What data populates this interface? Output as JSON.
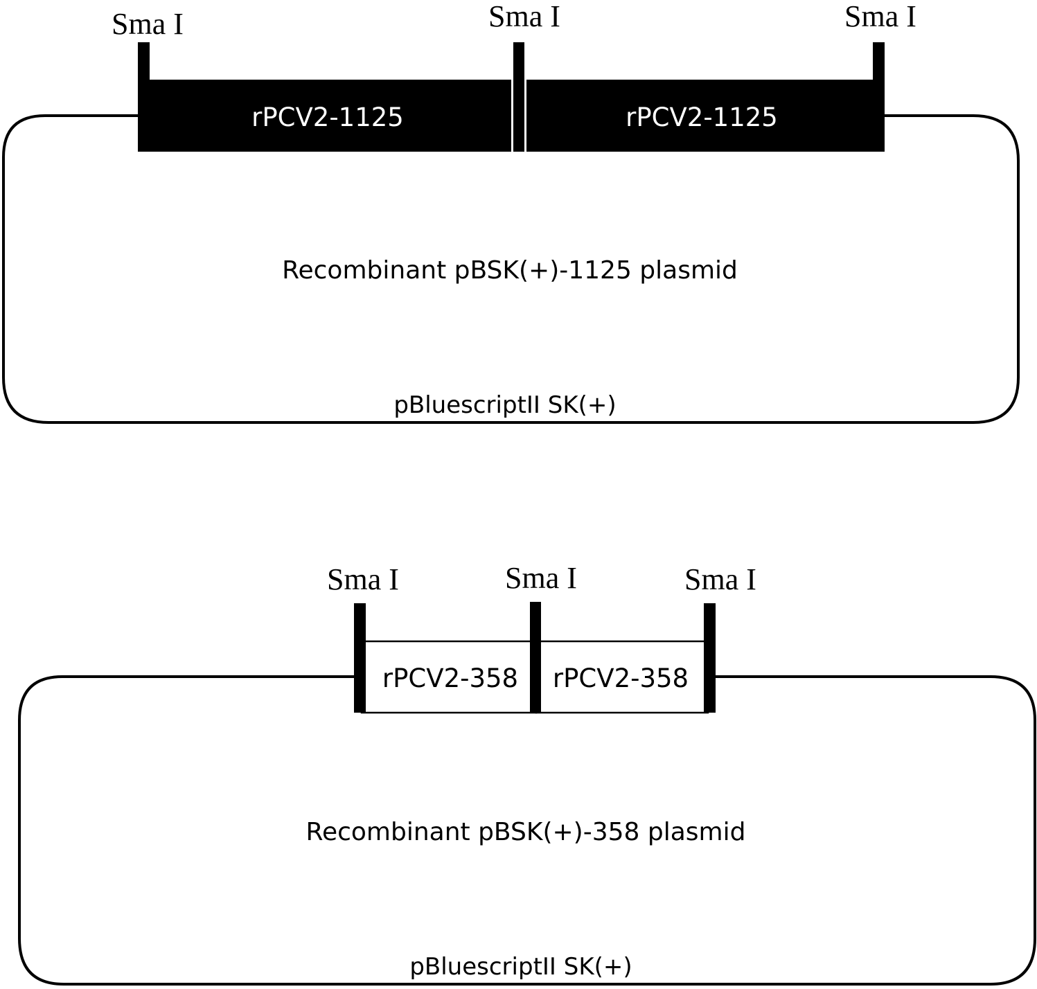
{
  "diagrams": [
    {
      "plasmid_label": "Recombinant pBSK(+)-1125 plasmid",
      "backbone_label": "pBluescriptII SK(+)",
      "restriction_sites": [
        "Sma I",
        "Sma I",
        "Sma I"
      ],
      "inserts": [
        "rPCV2-1125",
        "rPCV2-1125"
      ],
      "insert_fill": "#000000",
      "insert_text_color": "#ffffff"
    },
    {
      "plasmid_label": "Recombinant pBSK(+)-358 plasmid",
      "backbone_label": "pBluescriptII SK(+)",
      "restriction_sites": [
        "Sma I",
        "Sma I",
        "Sma I"
      ],
      "inserts": [
        "rPCV2-358",
        "rPCV2-358"
      ],
      "insert_fill": "#ffffff",
      "insert_text_color": "#000000"
    }
  ]
}
